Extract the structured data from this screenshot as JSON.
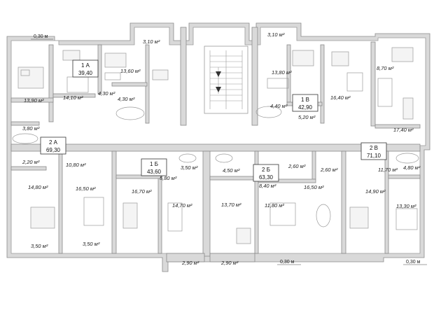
{
  "units": [
    {
      "code": "1 А",
      "area": "39,40"
    },
    {
      "code": "1 В",
      "area": "42,90"
    },
    {
      "code": "2 А",
      "area": "69,30"
    },
    {
      "code": "2 В",
      "area": "71,10"
    },
    {
      "code": "1 Б",
      "area": "43,60"
    },
    {
      "code": "2 Б",
      "area": "63,30"
    }
  ],
  "room_areas": [
    "3,10 м²",
    "3,10 м²",
    "13,60 м²",
    "13,80 м²",
    "8,70 м²",
    "13,90 м²",
    "14,10 м²",
    "4,30 м²",
    "4,30 м²",
    "4,40 м²",
    "5,20 м²",
    "16,40 м²",
    "3,80 м²",
    "17,40 м²",
    "2,20 м²",
    "10,80 м²",
    "3,50 м²",
    "4,50 м²",
    "2,60 м²",
    "2,60 м²",
    "11,70 м²",
    "4,80 м²",
    "5,80 м²",
    "8,40 м²",
    "14,80 м²",
    "16,50 м²",
    "16,70 м²",
    "14,70 м²",
    "13,70 м²",
    "11,80 м²",
    "16,50 м²",
    "14,90 м²",
    "13,30 м²",
    "3,50 м²",
    "3,50 м²",
    "2,90 м²",
    "2,90 м²"
  ],
  "dimensions": [
    "0,30 м",
    "0,30 м",
    "0,30 м"
  ]
}
